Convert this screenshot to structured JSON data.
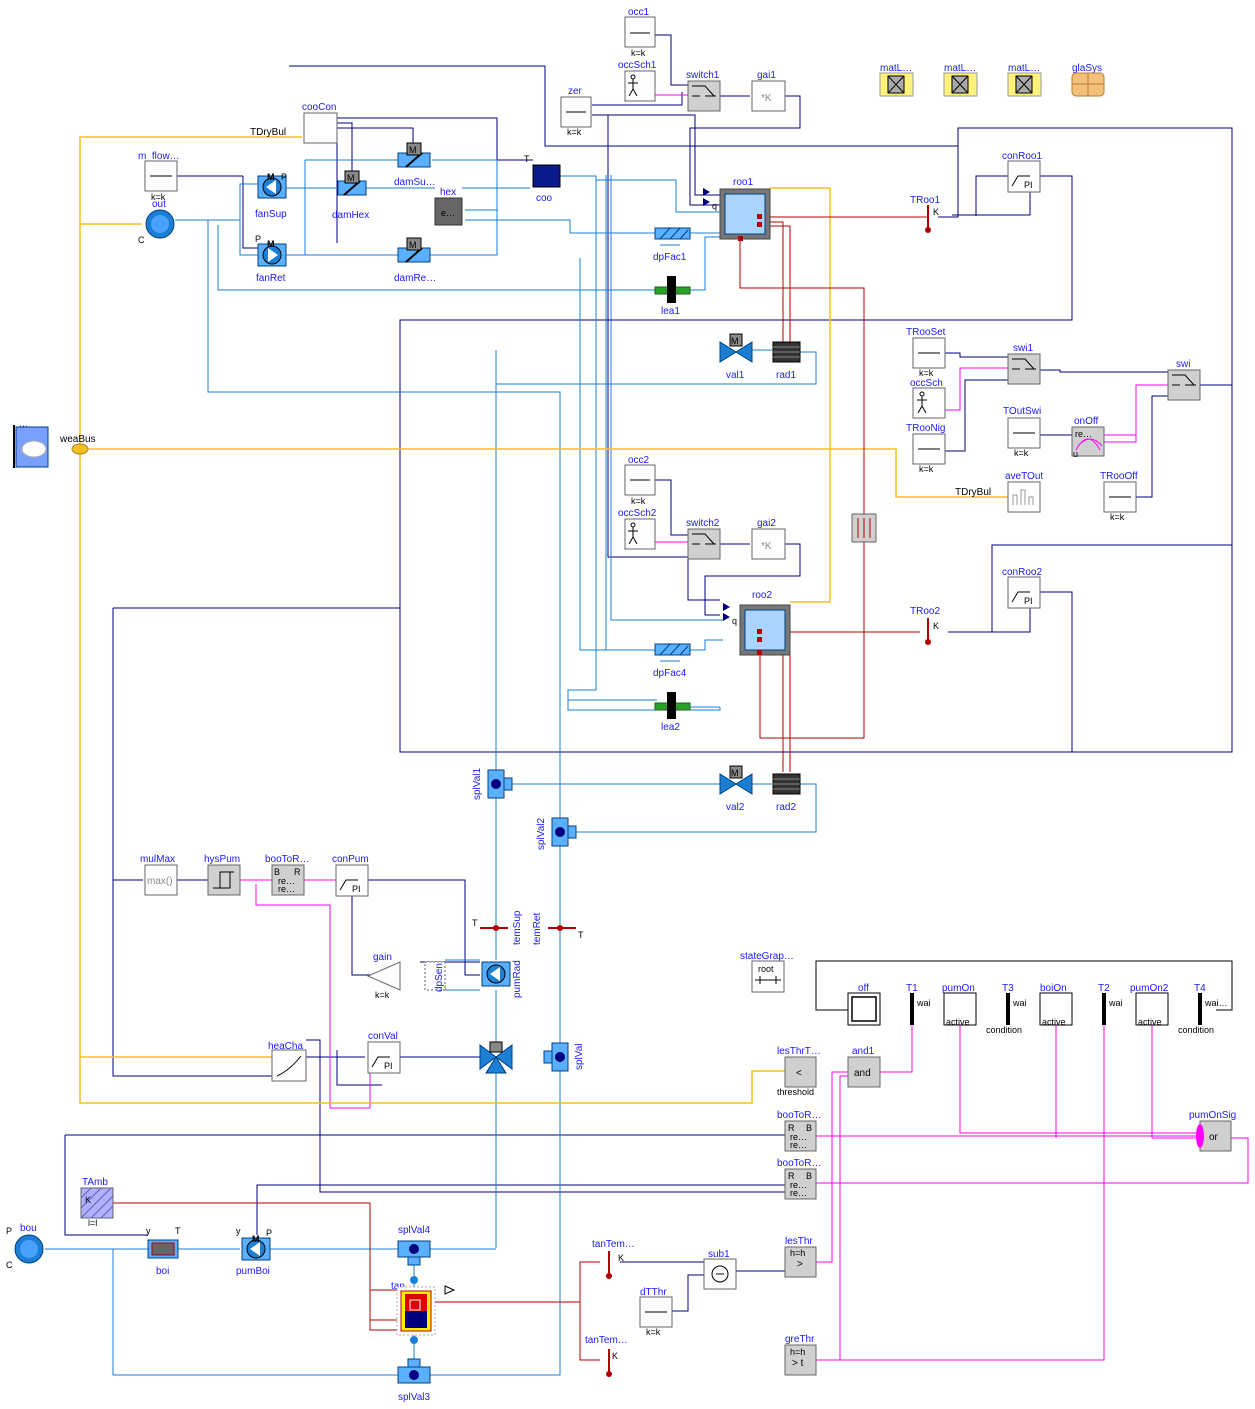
{
  "labels": {
    "occ1": "occ1",
    "occSch1": "occSch1",
    "zer": "zer",
    "switch1": "switch1",
    "gai1": "gai1",
    "matL1": "matL…",
    "matL2": "matL…",
    "matL3": "matL…",
    "glaSys": "glaSys",
    "cooCon": "cooCon",
    "TDryBul1": "TDryBul",
    "m_flow": "m_flow…",
    "out": "out",
    "fanSup": "fanSup",
    "fanRet": "fanRet",
    "damHex": "damHex",
    "damSup": "damSu…",
    "damRet": "damRe…",
    "hex": "hex",
    "coo": "coo",
    "roo1": "roo1",
    "dpFac1": "dpFac1",
    "lea1": "lea1",
    "TRoo1": "TRoo1",
    "conRoo1": "conRoo1",
    "val1": "val1",
    "rad1": "rad1",
    "TRooSet": "TRooSet",
    "occSch": "occSch",
    "TRooNig": "TRooNig",
    "swi1": "swi1",
    "swi": "swi",
    "TOutSwi": "TOutSwi",
    "onOff": "onOff",
    "aveTOut": "aveTOut",
    "TRooOff": "TRooOff",
    "TDryBul2": "TDryBul",
    "weaDat": "w…",
    "weaBus": "weaBus",
    "occ2": "occ2",
    "occSch2": "occSch2",
    "switch2": "switch2",
    "gai2": "gai2",
    "roo2": "roo2",
    "dpFac4": "dpFac4",
    "lea2": "lea2",
    "TRoo2": "TRoo2",
    "conRoo2": "conRoo2",
    "splVal1": "splVal1",
    "splVal2": "splVal2",
    "val2": "val2",
    "rad2": "rad2",
    "mulMax": "mulMax",
    "hysPum": "hysPum",
    "booToR1": "booToR…",
    "conPum": "conPum",
    "temSup": "temSup",
    "temRet": "temRet",
    "gain": "gain",
    "dpSen": "dpSen",
    "pumpRad": "pumRad",
    "heaCha": "heaCha",
    "conVal": "conVal",
    "splVal": "splVal",
    "stateGraph": "stateGrap…",
    "root": "root",
    "off": "off",
    "T1": "T1",
    "pumOn": "pumOn",
    "T3": "T3",
    "boiOn": "boiOn",
    "T2": "T2",
    "pumOn2": "pumOn2",
    "T4": "T4",
    "wai1": "wai",
    "wai3": "wai",
    "wai2": "wai",
    "wai4": "wai…",
    "active1": "active",
    "active2": "active",
    "active3": "active",
    "condition1": "condition",
    "condition2": "condition",
    "lesThrT": "lesThrT…",
    "and1": "and1",
    "threshold": "threshold",
    "booToR2": "booToR…",
    "booToR3": "booToR…",
    "pumOnSig": "pumOnSig",
    "TAmb": "TAmb",
    "bou": "bou",
    "boi": "boi",
    "pumBoi": "pumBoi",
    "splVal4": "splVal4",
    "tan": "tan",
    "splVal3": "splVal3",
    "tanTem1": "tanTem…",
    "tanTem2": "tanTem…",
    "sub1": "sub1",
    "dTThr": "dTThr",
    "lesThr": "lesThr",
    "greThr": "greThr"
  },
  "params": {
    "kk": "k=k",
    "hh": "h=h",
    "ll": "l=l"
  },
  "icons": {
    "PI": "PI",
    "max": "max()",
    "gainK": "*K",
    "and": "and",
    "or": "or",
    "less": "<",
    "gt": "> t",
    "gtH": ">",
    "re": "re…",
    "R": "R",
    "B": "B",
    "M": "M",
    "P": "P",
    "C": "C",
    "T": "T",
    "y": "y",
    "K": "K",
    "q": "q",
    "e": "e…",
    "u": "u"
  },
  "colors": {
    "fluid": "#1c7fd6",
    "signal": "#00007f",
    "bool": "#ff00ff",
    "weather": "#f5c020",
    "heat": "#b30000",
    "room_fill": "#aad4ff",
    "block_fill": "#ffffff",
    "gray_fill": "#d0d0d0"
  }
}
